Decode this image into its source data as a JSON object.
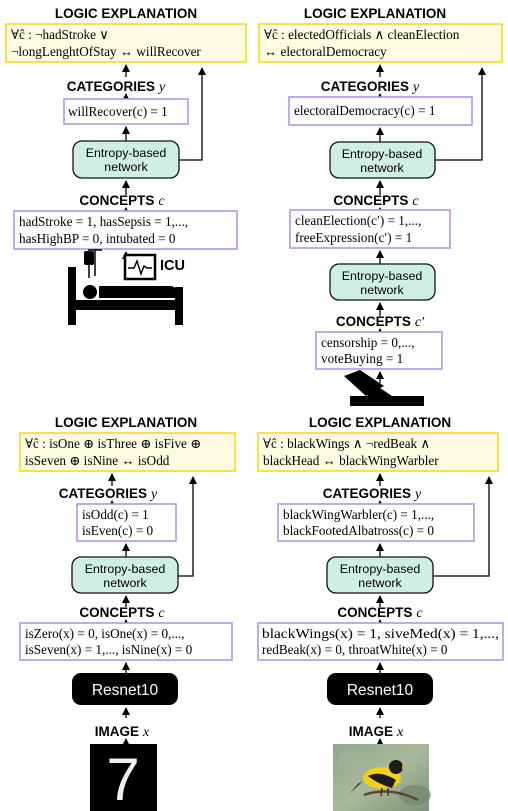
{
  "panels": [
    {
      "id": "hospital",
      "logic_heading": "LOGIC EXPLANATION",
      "logic_lines": [
        "∀ĉ : ¬hadStroke ∨",
        "¬longLenghtOfStay ↔ willRecover"
      ],
      "categories_heading": "CATEGORIES",
      "categories_var": "y",
      "categories_lines": [
        "willRecover(c) = 1"
      ],
      "network_lines": [
        "Entropy-based",
        "network"
      ],
      "concepts_heading": "CONCEPTS",
      "concepts_var": "c",
      "concepts_lines": [
        "hadStroke = 1,  hasSepsis = 1,...,",
        "hasHighBP = 0, intubated = 0"
      ],
      "input_label": "ICU",
      "input_icon": "hospital-bed-icon"
    },
    {
      "id": "election",
      "logic_heading": "LOGIC EXPLANATION",
      "logic_lines": [
        "∀ĉ : electedOfficials ∧ cleanElection",
        "↔ electoralDemocracy"
      ],
      "categories_heading": "CATEGORIES",
      "categories_var": "y",
      "categories_lines": [
        "electoralDemocracy(c) = 1"
      ],
      "network_lines": [
        "Entropy-based",
        "network"
      ],
      "concepts_heading": "CONCEPTS",
      "concepts_var": "c",
      "concepts_lines": [
        "cleanElection(c′) = 1,...,",
        "freeExpression(c′) = 1"
      ],
      "network2_lines": [
        "Entropy-based",
        "network"
      ],
      "concepts2_heading": "CONCEPTS",
      "concepts2_var": "c′",
      "concepts2_lines": [
        "censorship = 0,...,",
        "voteBuying = 1"
      ],
      "input_icon": "ballot-box-icon"
    },
    {
      "id": "mnist",
      "logic_heading": "LOGIC EXPLANATION",
      "logic_lines": [
        "∀ĉ : isOne ⊕ isThree ⊕ isFive ⊕",
        "isSeven ⊕ isNine ↔ isOdd"
      ],
      "categories_heading": "CATEGORIES",
      "categories_var": "y",
      "categories_lines": [
        "isOdd(c) = 1",
        "isEven(c) = 0"
      ],
      "network_lines": [
        "Entropy-based",
        "network"
      ],
      "concepts_heading": "CONCEPTS",
      "concepts_var": "c",
      "concepts_lines": [
        "isZero(x) = 0, isOne(x) = 0,...,",
        "isSeven(x) = 1,..., isNine(x) = 0"
      ],
      "resnet_label": "Resnet10",
      "image_heading": "IMAGE",
      "image_var": "x",
      "image_content": "7"
    },
    {
      "id": "birds",
      "logic_heading": "LOGIC EXPLANATION",
      "logic_lines": [
        "∀ĉ : blackWings ∧ ¬redBeak ∧",
        "blackHead ↔ blackWingWarbler"
      ],
      "categories_heading": "CATEGORIES",
      "categories_var": "y",
      "categories_lines": [
        "blackWingWarbler(c) = 1,...,",
        "blackFootedAlbatross(c) = 0"
      ],
      "network_lines": [
        "Entropy-based",
        "network"
      ],
      "concepts_heading": "CONCEPTS",
      "concepts_var": "c",
      "concepts_lines": [
        "blackWings(x) = 1, siveMed(x) = 1,...,",
        "redBeak(x) = 0, throatWhite(x) = 0"
      ],
      "resnet_label": "Resnet10",
      "image_heading": "IMAGE",
      "image_var": "x",
      "image_icon": "bird-photo"
    }
  ],
  "colors": {
    "logic_fill": "#fffbe3",
    "logic_border": "#f3dc1c",
    "box_border": "#b396e4",
    "network_fill": "#cfeee4",
    "resnet_fill": "#000000"
  }
}
